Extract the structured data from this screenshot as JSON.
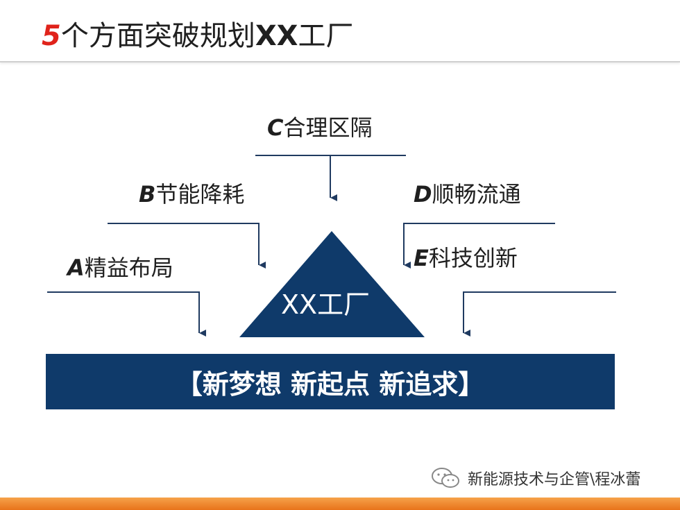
{
  "header": {
    "title_num": "5",
    "title_text": "个方面突破规划",
    "title_x": "XX",
    "title_end": "工厂"
  },
  "labels": {
    "c": {
      "letter": "C",
      "text": "合理区隔"
    },
    "b": {
      "letter": "B",
      "text": "节能降耗"
    },
    "d": {
      "letter": "D",
      "text": "顺畅流通"
    },
    "a": {
      "letter": "A",
      "text": "精益布局"
    },
    "e": {
      "letter": "E",
      "text": "科技创新"
    }
  },
  "triangle": {
    "label": "XX工厂"
  },
  "banner": {
    "text": "【新梦想 新起点 新追求】"
  },
  "watermark": {
    "text": "新能源技术与企管\\程冰蕾"
  },
  "colors": {
    "navy": "#0f3a6a",
    "accent_red": "#e0231b",
    "footer_orange": "#e8731a",
    "line": "#1f3a60"
  }
}
